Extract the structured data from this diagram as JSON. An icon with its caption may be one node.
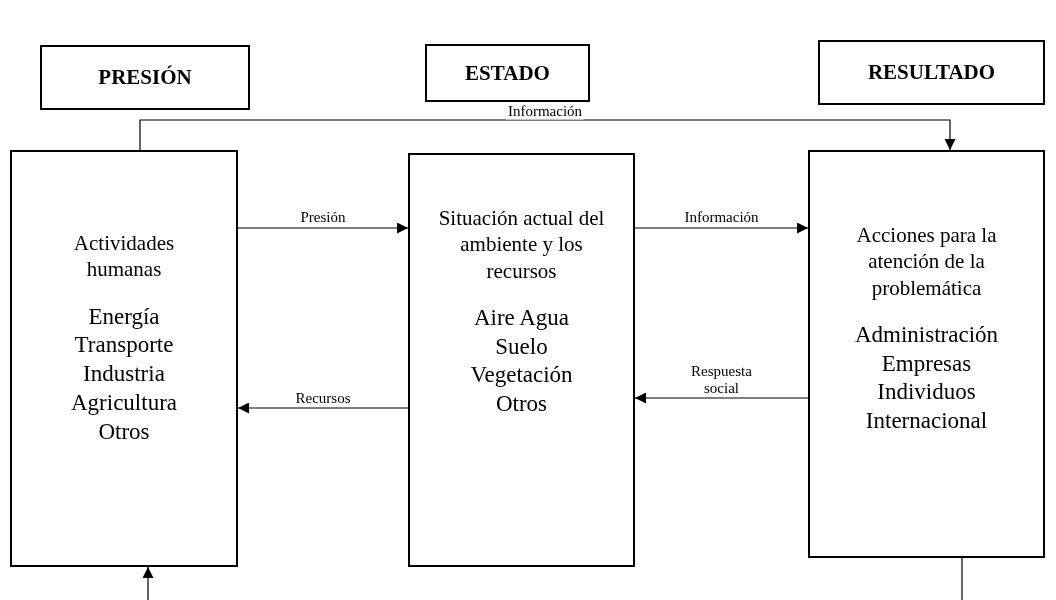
{
  "diagram": {
    "nodes": [
      {
        "text": [
          "PRESIÓN"
        ]
      },
      {
        "text": [
          "ESTADO"
        ]
      },
      {
        "text": [
          "RESULTADO"
        ]
      },
      {
        "text": [
          "Actividades humanas",
          "Energía Transporte Industria Agricultura Otros"
        ]
      },
      {
        "text": [
          "Situación actual del ambiente y los recursos",
          "Aire Agua Suelo Vegetación Otros"
        ]
      },
      {
        "text": [
          "Acciones para la atención de la problemática",
          "Administración Empresas Individuos Internacional"
        ]
      }
    ],
    "edges": [
      {
        "from": 3,
        "to": 5,
        "arrow": "to",
        "label": "Información"
      },
      {
        "from": 3,
        "to": 4,
        "arrow": "to",
        "label": "Presión"
      },
      {
        "from": 4,
        "to": 5,
        "arrow": "to",
        "label": "Información"
      },
      {
        "from": 4,
        "to": 3,
        "arrow": "to",
        "label": "Recursos"
      },
      {
        "from": 5,
        "to": 4,
        "arrow": "to",
        "label": "Respuesta social"
      },
      {
        "from": null,
        "to": 3,
        "arrow": "to"
      },
      {
        "from": 5,
        "to": null,
        "arrow": "none"
      }
    ]
  }
}
